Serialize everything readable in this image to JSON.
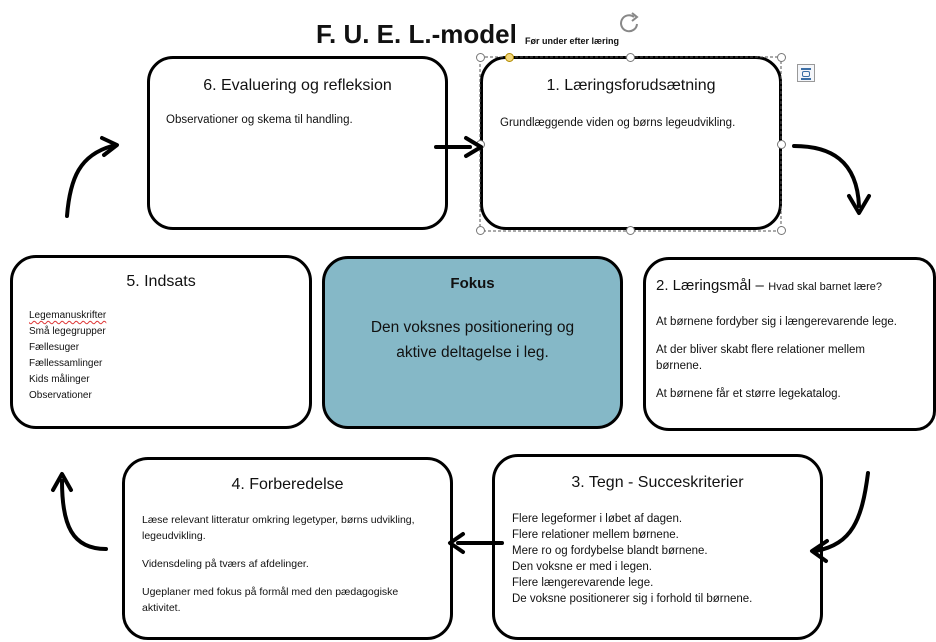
{
  "header": {
    "title": "F. U. E. L.-model",
    "subtitle": "Før under efter læring"
  },
  "boxes": {
    "evaluering": {
      "title": "6. Evaluering og refleksion",
      "body": "Observationer og skema til handling."
    },
    "laeringsforudsaetning": {
      "title": "1. Læringsforudsætning",
      "body": "Grundlæggende viden og børns legeudvikling."
    },
    "indsats": {
      "title": "5. Indsats",
      "items": [
        "Legemanuskrifter",
        "Små legegrupper",
        "Fællesuger",
        "Fællessamlinger",
        "Kids målinger",
        "Observationer"
      ]
    },
    "fokus": {
      "title": "Fokus",
      "body": "Den voksnes positionering og aktive deltagelse i leg."
    },
    "laeringsmaal": {
      "title": "2. Læringsmål",
      "dash": "–",
      "question": "Hvad skal barnet lære?",
      "paragraphs": [
        "At børnene fordyber sig i længerevarende lege.",
        "At der bliver skabt flere relationer mellem børnene.",
        "At børnene får et større legekatalog."
      ]
    },
    "forberedelse": {
      "title": "4. Forberedelse",
      "paragraphs": [
        "Læse relevant litteratur omkring legetyper, børns udvikling, legeudvikling.",
        "Vidensdeling på tværs af afdelinger.",
        "Ugeplaner med fokus på formål med den pædagogiske aktivitet."
      ]
    },
    "tegn": {
      "title": "3. Tegn - Succeskriterier",
      "items": [
        "Flere legeformer i løbet af dagen.",
        "Flere relationer mellem børnene.",
        "Mere ro og fordybelse blandt børnene.",
        "Den voksne er med i legen.",
        "Flere længerevarende lege.",
        "De voksne positionerer sig i forhold til børnene."
      ]
    }
  },
  "colors": {
    "fokus_fill": "#85b8c7",
    "border": "#000000"
  },
  "icons": {
    "rotate": "rotate-handle-icon",
    "layout": "layout-options-icon"
  }
}
